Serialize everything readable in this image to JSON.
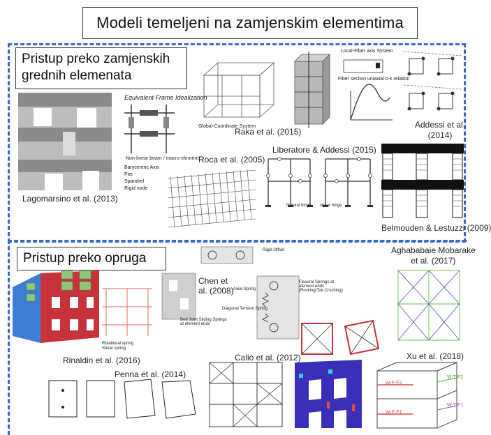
{
  "title": "Modeli temeljeni na zamjenskim elementima",
  "colors": {
    "dashed_border": "#3a68c8",
    "wall_gray": "#9a9a9a",
    "brick_red": "#c8323a",
    "wall_blue": "#3b7fd4",
    "wall_green": "#8fc77a",
    "mesh_purple": "#3a2fb8"
  },
  "section_top": {
    "label_line1": "Pristup preko zamjenskih",
    "label_line2": "grednih elemenata",
    "captions": {
      "lagomarsino": "Lagomarsino et al. (2013)",
      "raka": "Raka et al. (2015)",
      "addessi_line1": "Addessi et al.",
      "addessi_line2": "(2014)",
      "roca": "Roca et al. (2005)",
      "liberatore": "Liberatore & Addessi (2015)",
      "belmouden": "Belmouden & Lestuzzi (2009)"
    },
    "figure_text": {
      "efi_title": "Equivalent Frame Idealization",
      "efi_legend1": "Non-linear beam / macro-element",
      "legend_axis": "Barycentric Axis",
      "legend_pier": "Pier",
      "legend_spandrel": "Spandrel",
      "legend_rigid": "Rigid node",
      "global_coord": "Global-Coordinate System",
      "local_fiber": "Local-Fiber axis System",
      "fiber_relation": "Fiber section uniaxial σ-ε relation",
      "hinge_flexural": "flexural hinge",
      "hinge_shear": "shear hinge"
    }
  },
  "section_bottom": {
    "label": "Pristup preko opruga",
    "captions": {
      "rinaldin": "Rinaldin et al. (2016)",
      "chen_line1": "Chen et",
      "chen_line2": "al. (2008)",
      "penna": "Penna et al. (2014)",
      "calio": "Caliò et al. (2012)",
      "aghababaie_line1": "Aghababaie Mobarake",
      "aghababaie_line2": "et al. (2017)",
      "xu": "Xu et al. (2018)"
    },
    "figure_text": {
      "rigid_offset": "Rigid Offset",
      "axial_spring": "Axial Spring",
      "diagonal_spring": "Diagonal Tension Spring",
      "flexural_springs": "Flexural Springs at element ends (Rocking/Toe Crushing)",
      "bed_joint": "Bed Joint Sliding Springs at element ends",
      "rotational_spring": "Rotational spring",
      "shear_spring": "Shear spring",
      "wf2": "W-F-F2",
      "wf1": "W-F-F1",
      "wt2": "W-T-F2",
      "wt1": "W-T-F1"
    }
  }
}
